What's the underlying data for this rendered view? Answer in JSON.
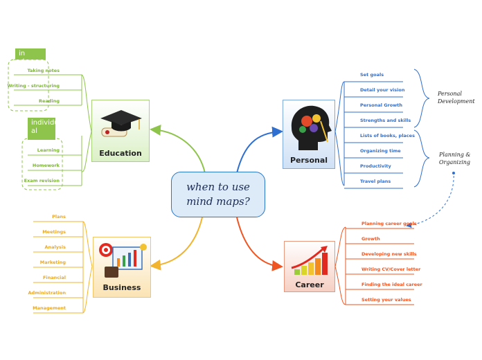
{
  "center": {
    "line1": "when to use",
    "line2": "mind maps?"
  },
  "education": {
    "title": "Education",
    "groups": [
      {
        "tag": "in class",
        "items": [
          "Taking notes",
          "Writing - structuring",
          "Reading"
        ]
      },
      {
        "tag_line1": "individu",
        "tag_line2": "al",
        "items": [
          "Learning",
          "Homework",
          "Exam revision"
        ]
      }
    ]
  },
  "personal": {
    "title": "Personal",
    "items": [
      "Set goals",
      "Detail your vision",
      "Personal Growth",
      "Strengths and skills",
      "Lists of books, places",
      "Organizing time",
      "Productivity",
      "Travel plans"
    ],
    "group_labels": [
      {
        "line1": "Personal",
        "line2": "Development"
      },
      {
        "line1": "Planning &",
        "line2": "Organizing"
      }
    ]
  },
  "career": {
    "title": "Career",
    "items": [
      "Planning career goals",
      "Growth",
      "Developing new skills",
      "Writing CV/Cover letter",
      "Finding the ideal career",
      "Setting your values"
    ]
  },
  "business": {
    "title": "Business",
    "items": [
      "Plans",
      "Meetings",
      "Analysis",
      "Marketing",
      "Financial",
      "Administration",
      "Management"
    ]
  },
  "colors": {
    "education": "#8ec44b",
    "personal": "#2f6fcf",
    "career": "#ee5522",
    "business": "#f2b42e"
  }
}
